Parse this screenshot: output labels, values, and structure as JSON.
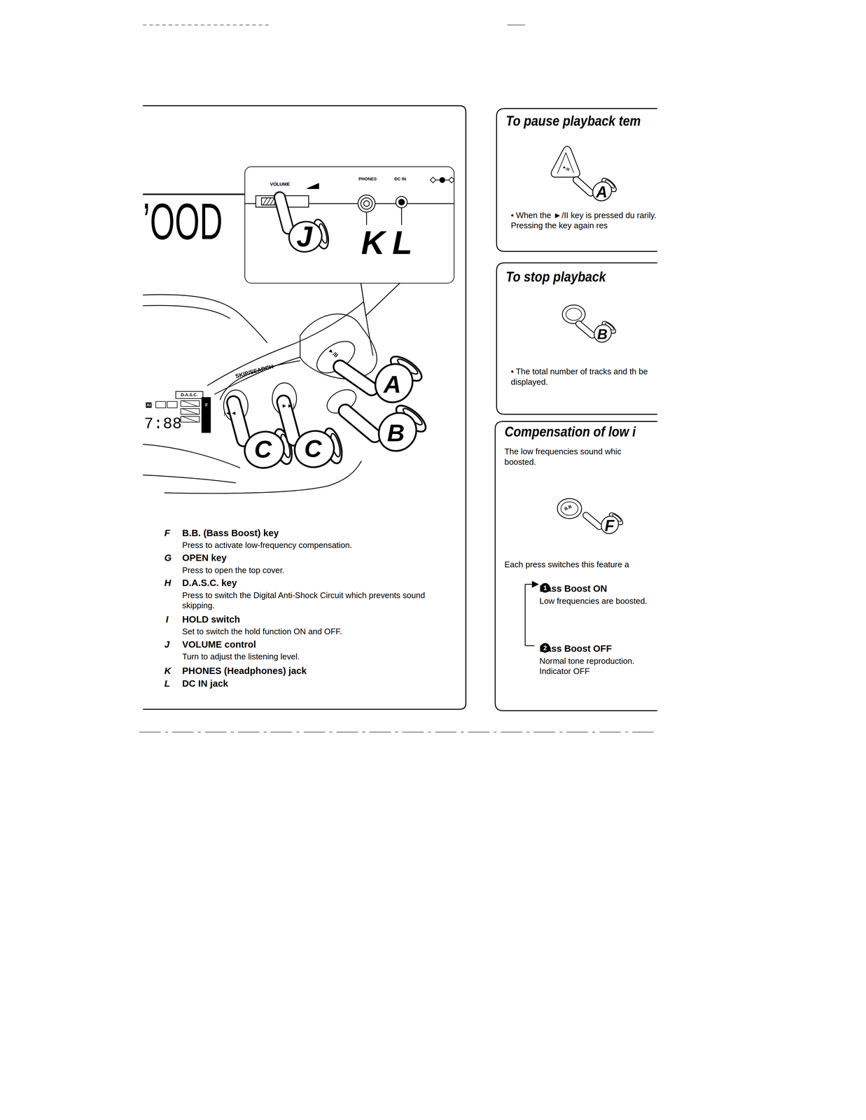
{
  "diagram": {
    "nodes": [
      {
        "text": [
          "VOLUME",
          "PHONES",
          "DC IN"
        ]
      },
      {
        "text": [
          "To pause playback tem",
          "• When the ►/II key is pressed du rarily. Pressing the key again res"
        ]
      },
      {
        "text": [
          "To stop playback",
          "• The total number of tracks and th be displayed."
        ]
      },
      {
        "text": [
          "Compensation of low i",
          "The low frequencies sound whic boosted.",
          "Each press switches this feature a",
          "Bass Boost ON",
          "Low frequencies are boosted.",
          "Bass Boost OFF",
          "Normal tone reproduction. Indicator OFF"
        ]
      }
    ],
    "labels": [
      "’OOD",
      "J",
      "K",
      "L",
      "SKIP/SEARCH",
      "D.A.S.C.",
      "AI",
      "7:88",
      "F",
      "►/II",
      "|◄◄",
      "►►|",
      "A",
      "B",
      "C",
      "C",
      "F",
      "B.B. (Bass Boost) key",
      "Press to activate low-frequency compensation.",
      "G",
      "OPEN key",
      "Press to open the top cover.",
      "H",
      "D.A.S.C. key",
      "Press to switch the Digital Anti-Shock Circuit which prevents sound skipping.",
      "I",
      "HOLD switch",
      "Set to switch the hold function ON and OFF.",
      "J",
      "VOLUME control",
      "Turn to adjust the listening level.",
      "K",
      "PHONES (Headphones) jack",
      "L",
      "DC IN jack",
      "►/II",
      "A",
      "B",
      "B.B",
      "F",
      "1",
      "2"
    ]
  }
}
